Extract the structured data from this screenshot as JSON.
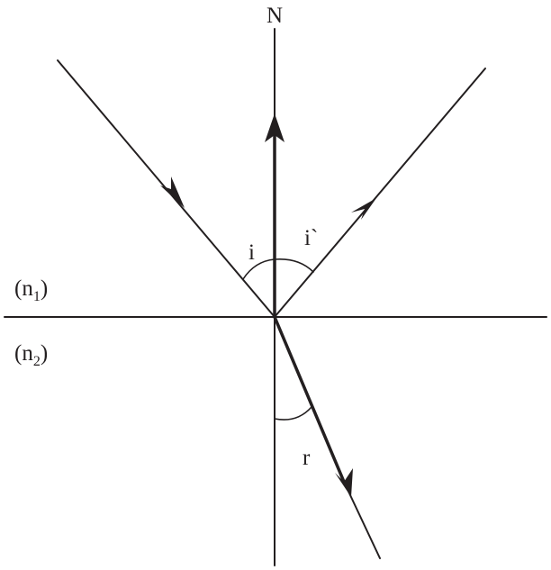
{
  "labels": {
    "normal": "N",
    "incident_angle": "i",
    "reflected_angle": "i`",
    "refracted_angle": "r",
    "medium_1": {
      "open": "(n",
      "sub": "1",
      "close": ")"
    },
    "medium_2": {
      "open": "(n",
      "sub": "2",
      "close": ")"
    }
  },
  "colors": {
    "ink": "#231f20",
    "background": "#ffffff"
  }
}
